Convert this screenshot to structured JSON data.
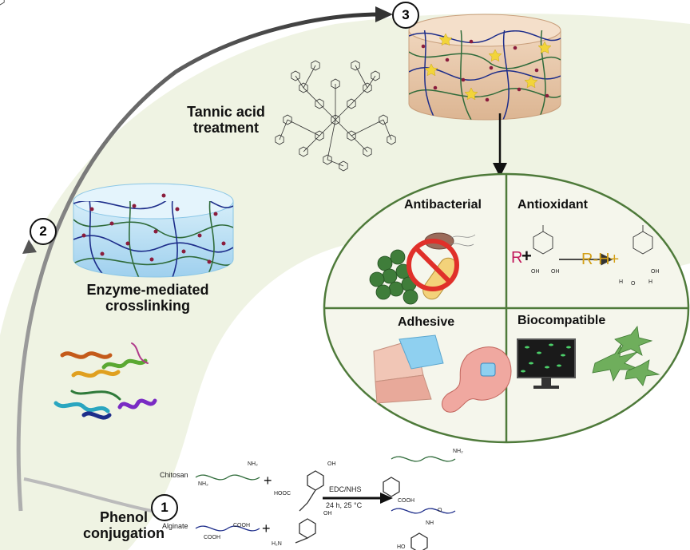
{
  "steps": [
    {
      "number": "1",
      "label_line1": "Phenol",
      "label_line2": "conjugation"
    },
    {
      "number": "2",
      "label_line1": "Enzyme-mediated",
      "label_line2": "crosslinking"
    },
    {
      "number": "3",
      "label_line1": "Tannic acid",
      "label_line2": "treatment"
    }
  ],
  "properties": {
    "antibacterial": "Antibacterial",
    "antioxidant": "Antioxidant",
    "adhesive": "Adhesive",
    "biocompatible": "Biocompatible"
  },
  "antioxidant_reaction": {
    "radical": "R",
    "plus": "+",
    "product": "R-H+"
  },
  "reaction": {
    "chitosan": "Chitosan",
    "alginate": "Alginate",
    "conditions_line1": "EDC/NHS",
    "conditions_line2": "24 h, 25 °C",
    "plus": "+"
  },
  "chem_labels": {
    "nh2": "NH₂",
    "cooh": "COOH",
    "hooc": "HOOC",
    "oh": "OH",
    "ho": "HO",
    "h2n": "H₂N",
    "nh": "NH",
    "o": "O",
    "h": "H"
  },
  "colors": {
    "background_band": "#eff3e3",
    "circle_fill": "#f5f6ec",
    "circle_stroke": "#4e7a3a",
    "hydrogel_blue": "#b9e0f5",
    "hydrogel_tan": "#e8c6a8",
    "polymer_blue": "#1d2d8a",
    "polymer_green": "#2f6b3a",
    "crosslink": "#8a1c3c",
    "star": "#f2d43a",
    "arrow": "#333333",
    "radical": "#c2185b",
    "product": "#d4a017"
  }
}
